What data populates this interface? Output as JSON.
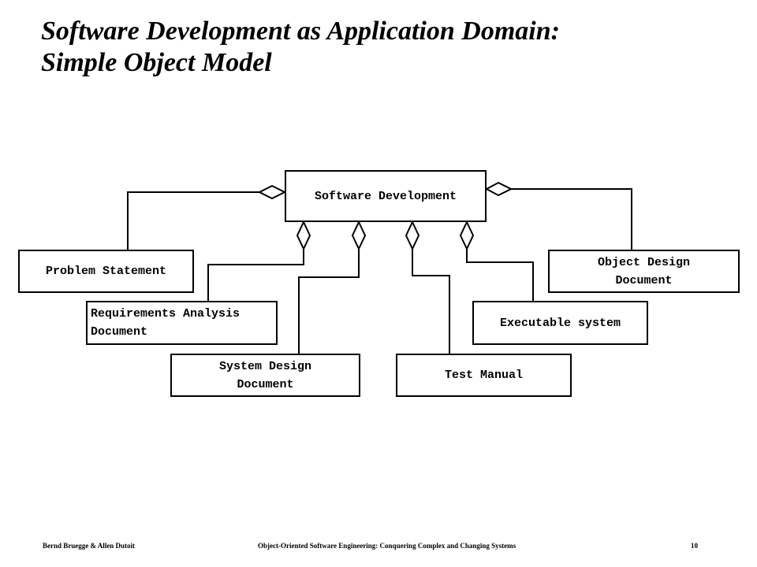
{
  "title": {
    "line1": "Software Development as Application Domain:",
    "line2": "Simple Object Model"
  },
  "diagram": {
    "software_development": "Software Development",
    "problem_statement": "Problem Statement",
    "requirements_analysis": {
      "line1": "Requirements Analysis",
      "line2": "Document"
    },
    "system_design": {
      "line1": "System Design",
      "line2": "Document"
    },
    "test_manual": "Test Manual",
    "executable_system": "Executable system",
    "object_design": {
      "line1": "Object Design",
      "line2": "Document"
    }
  },
  "footer": {
    "authors": "Bernd Bruegge & Allen Dutoit",
    "book": "Object-Oriented Software Engineering: Conquering Complex and Changing Systems",
    "page": "10"
  }
}
